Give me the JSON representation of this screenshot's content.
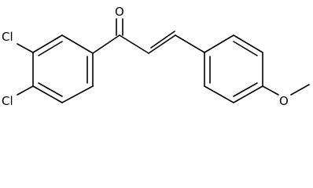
{
  "molecule": {
    "atoms": {
      "carbonyl_oxygen": "O",
      "chlorine_top": "Cl",
      "chlorine_bottom": "Cl",
      "methoxy_oxygen": "O"
    },
    "colors": {
      "ink": "#000000",
      "background": "#ffffff"
    }
  }
}
